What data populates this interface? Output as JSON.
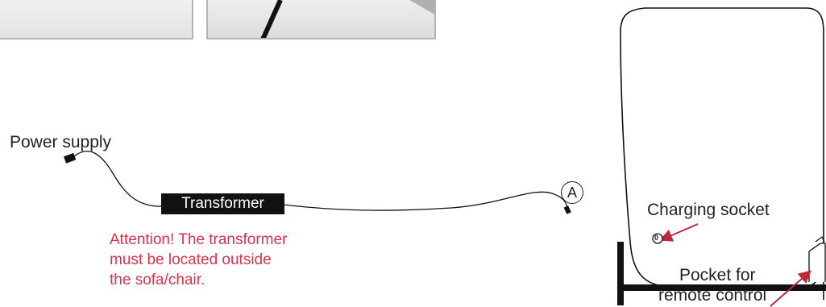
{
  "labels": {
    "power_supply": "Power supply",
    "transformer": "Transformer",
    "connector": "A",
    "charging_socket": "Charging socket",
    "socket_marker": "0",
    "pocket_line1": "Pocket for",
    "pocket_line2": "remote control"
  },
  "warning": {
    "line1": "Attention! The transformer",
    "line2": "must be located outside",
    "line3": "the sofa/chair."
  },
  "colors": {
    "warning": "#e0304a",
    "arrow": "#c0283a",
    "line": "#111111"
  }
}
